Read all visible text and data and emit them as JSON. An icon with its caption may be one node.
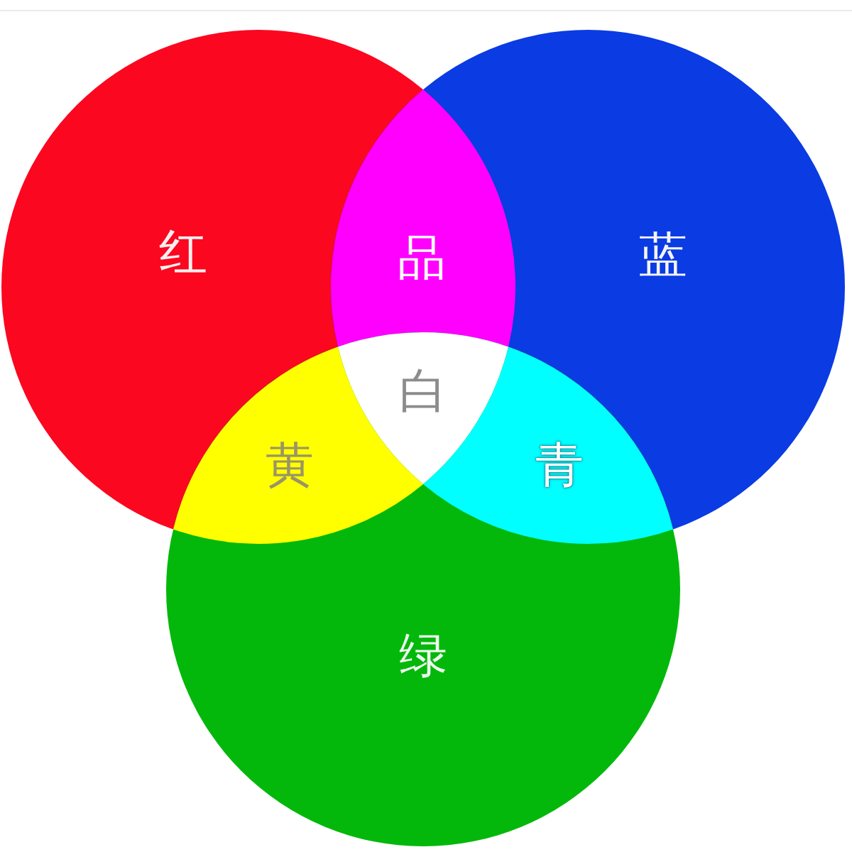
{
  "diagram": {
    "nodes": [
      {
        "text": [
          "红"
        ]
      },
      {
        "text": [
          "品"
        ]
      },
      {
        "text": [
          "蓝"
        ]
      },
      {
        "text": [
          "白"
        ]
      },
      {
        "text": [
          "黄"
        ]
      },
      {
        "text": [
          "青"
        ]
      },
      {
        "text": [
          "绿"
        ]
      }
    ]
  }
}
